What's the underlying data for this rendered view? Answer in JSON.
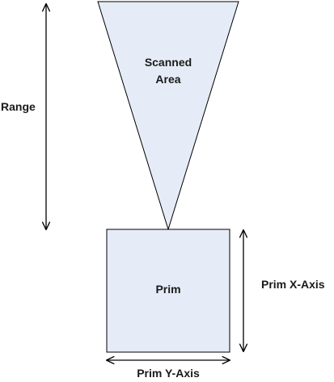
{
  "diagram": {
    "scanned_area": {
      "label_line1": "Scanned",
      "label_line2": "Area"
    },
    "prim": {
      "label": "Prim"
    },
    "range_label": "Range",
    "prim_x_axis_label": "Prim X-Axis",
    "prim_y_axis_label": "Prim Y-Axis"
  },
  "colors": {
    "shape_fill": "#e6ecf7",
    "stroke": "#000000",
    "text": "#1a1a1a"
  }
}
